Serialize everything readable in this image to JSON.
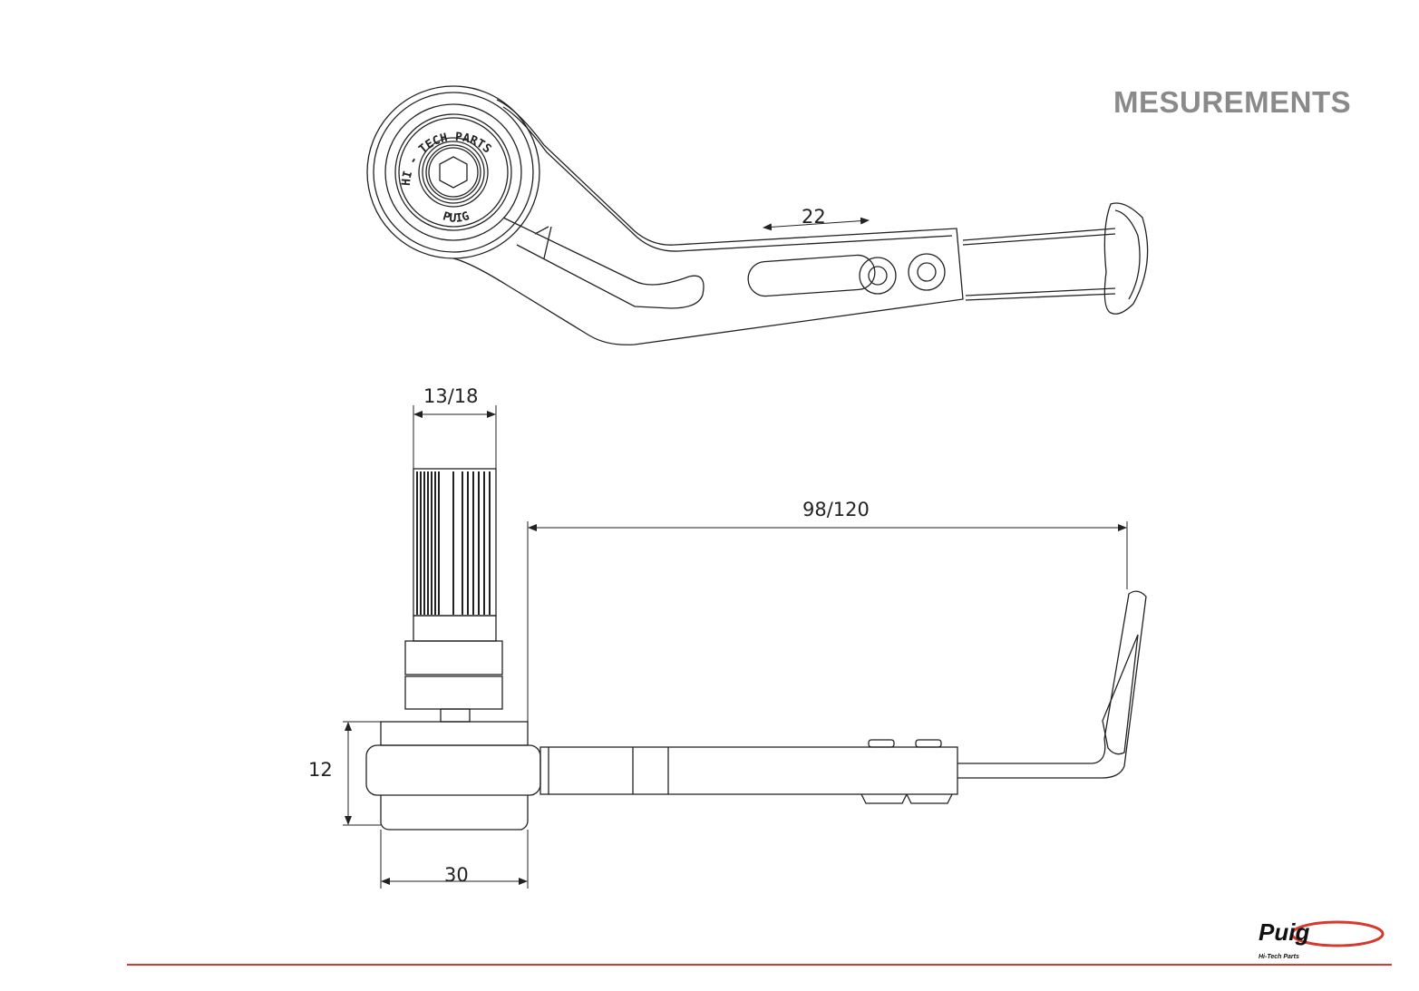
{
  "title": "MESUREMENTS",
  "dimensions": {
    "slot_travel": "22",
    "clamp_diameter": "13/18",
    "reach": "98/120",
    "thickness": "12",
    "width": "30"
  },
  "engraving": {
    "top": "HI - TECH PARTS",
    "bottom": "PUIG"
  },
  "logo": {
    "brand": "Puig",
    "tagline": "Hi-Tech Parts"
  },
  "colors": {
    "title": "#8a8a8a",
    "accent_line": "#d63a2f",
    "logo_swoosh": "#d63a2f"
  }
}
